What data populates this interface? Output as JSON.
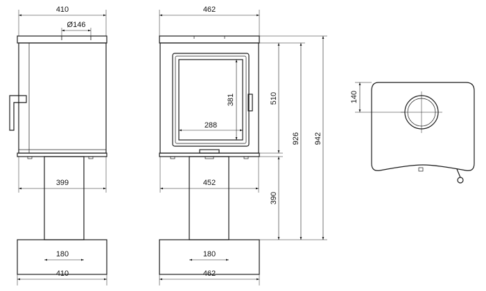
{
  "drawings": {
    "side_view": {
      "top_width": "410",
      "flue_diameter": "Ø146",
      "base_width": "399",
      "foot_width": "180",
      "bottom_width": "410"
    },
    "front_view": {
      "top_width": "462",
      "glass_height": "381",
      "glass_width": "288",
      "body_height": "510",
      "base_width": "452",
      "total_height_a": "926",
      "total_height_b": "942",
      "leg_height": "390",
      "foot_width": "180",
      "bottom_width": "462"
    },
    "top_view": {
      "flue_offset": "140"
    }
  },
  "colors": {
    "line": "#1a1a1a",
    "background": "#ffffff"
  }
}
